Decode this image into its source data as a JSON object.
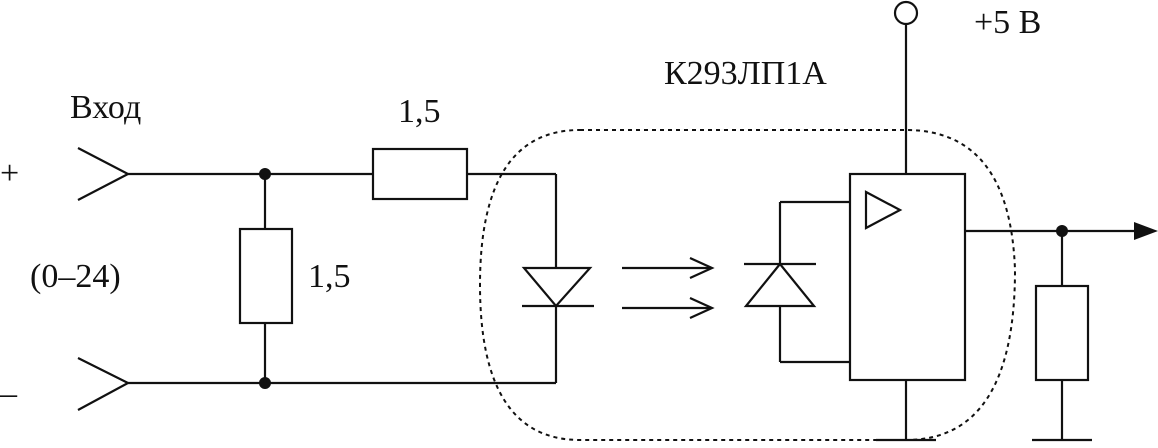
{
  "labels": {
    "input_title": "Вход",
    "input_range": "(0–24)",
    "plus_sign": "+",
    "minus_sign": "–",
    "series_resistor_value": "1,5",
    "shunt_resistor_value": "1,5",
    "chip_name": "К293ЛП1А",
    "supply_voltage": "+5 В"
  },
  "colors": {
    "ink": "#111111",
    "background": "#ffffff"
  }
}
